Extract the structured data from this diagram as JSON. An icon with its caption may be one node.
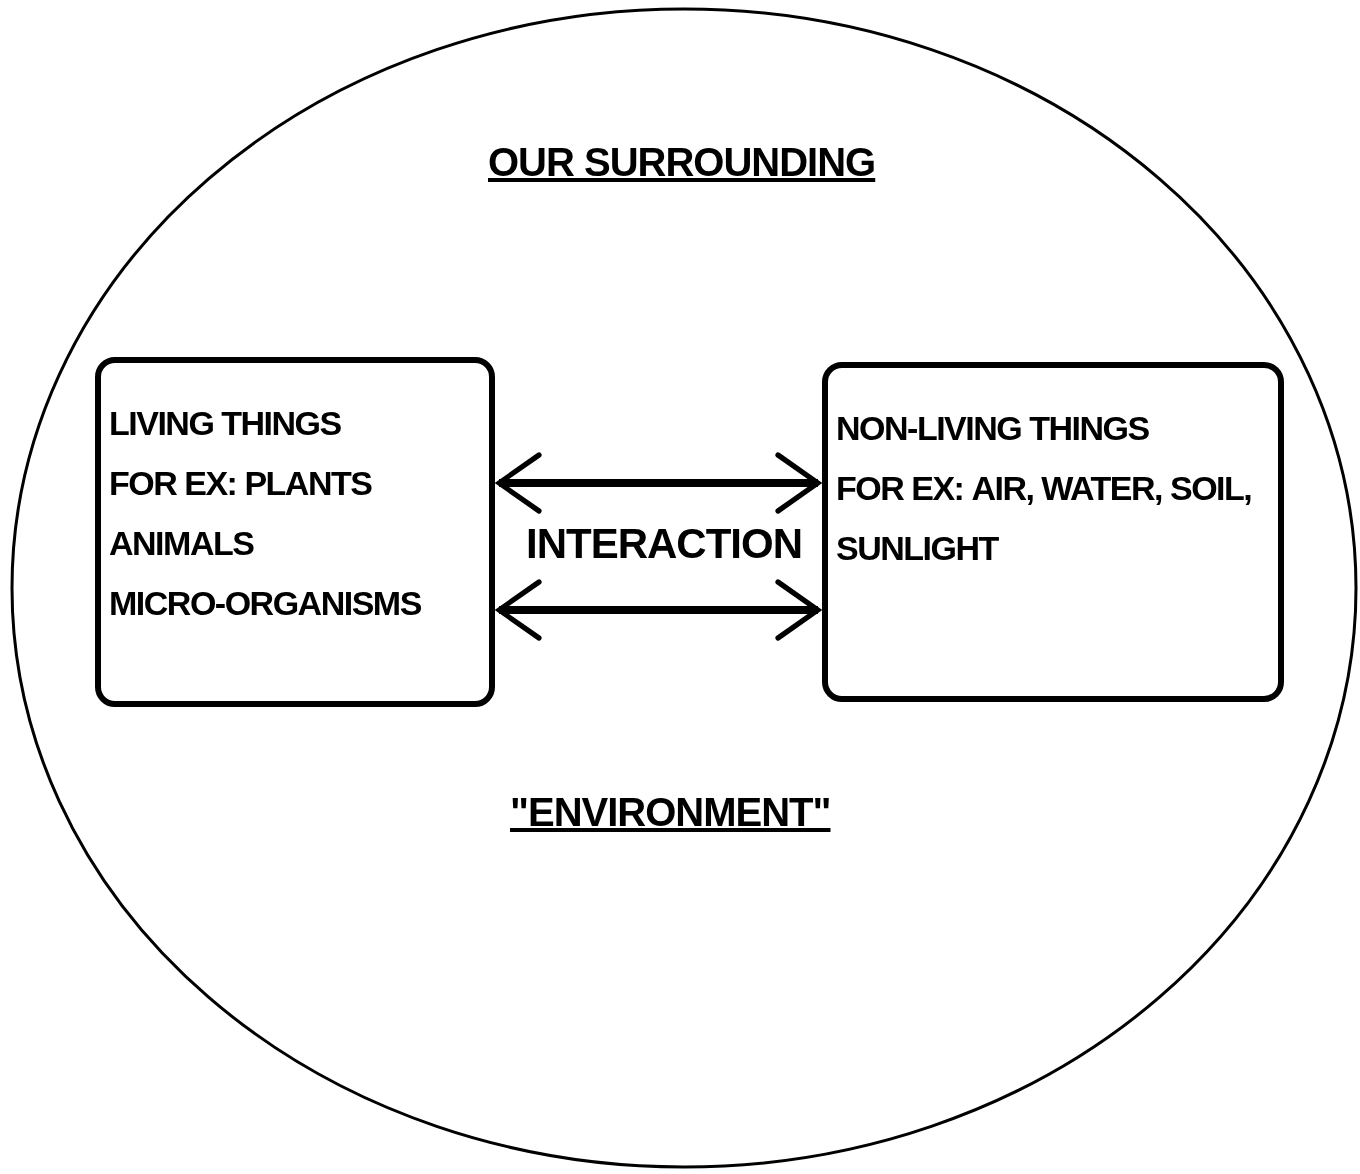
{
  "diagram": {
    "nodes": [
      {
        "text": [
          "OUR SURROUNDING",
          "\"ENVIRONMENT\""
        ]
      },
      {
        "text": [
          "LIVING THINGS",
          "FOR EX: PLANTS ANIMALS MICRO-ORGANISMS"
        ],
        "in": 0
      },
      {
        "text": [
          "NON-LIVING THINGS",
          "FOR EX: AIR, WATER, SOIL, SUNLIGHT"
        ],
        "in": 0
      }
    ],
    "edges": [
      {
        "from": 1,
        "to": 2,
        "arrow": "both",
        "label": "INTERACTION"
      },
      {
        "from": 1,
        "to": 2,
        "arrow": "both"
      }
    ]
  }
}
